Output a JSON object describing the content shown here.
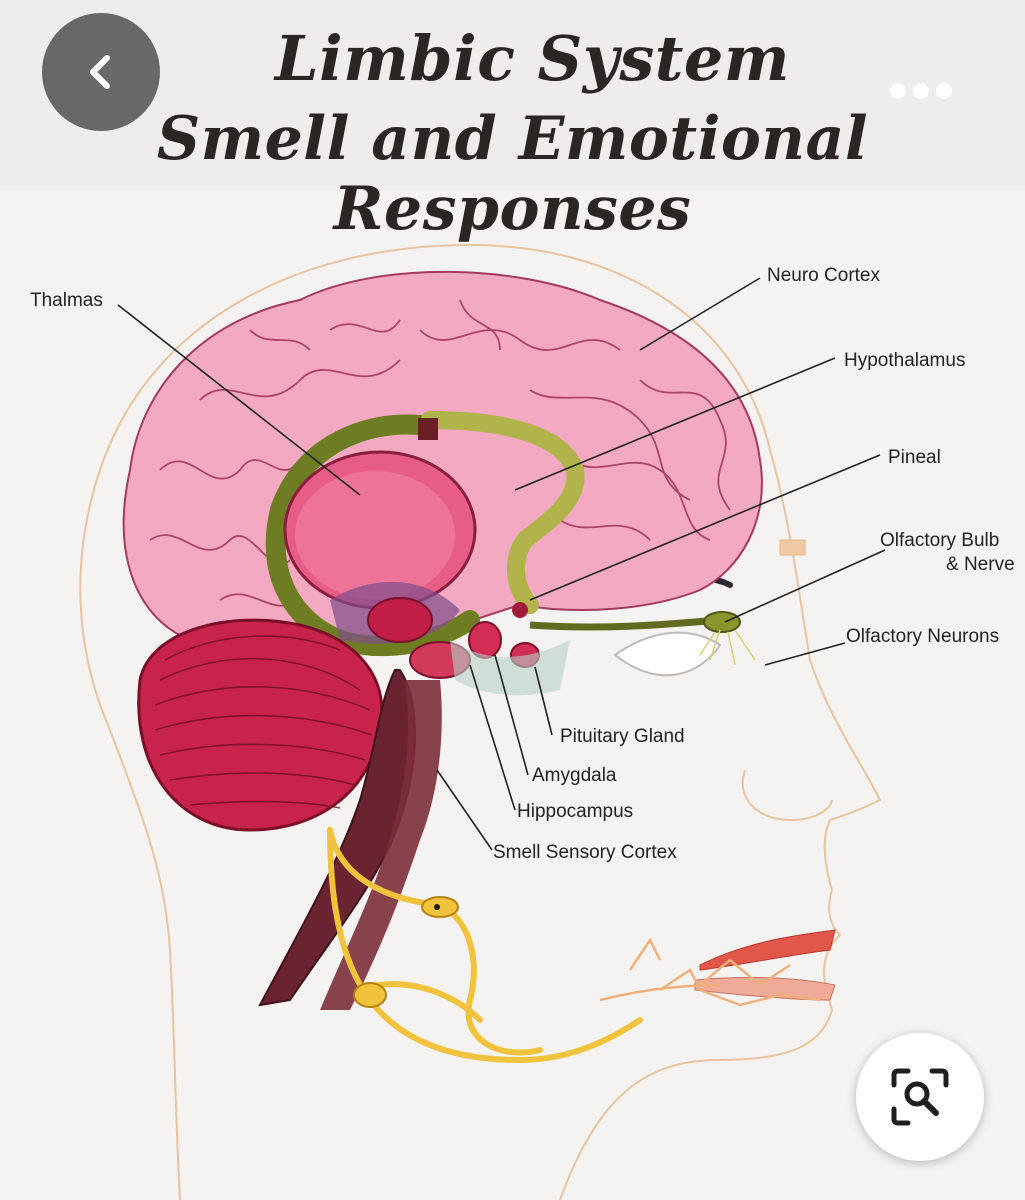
{
  "image": {
    "title_line1": "Limbic System",
    "title_line2": "Smell and Emotional Responses",
    "labels": {
      "thalmas": "Thalmas",
      "neuro_cortex": "Neuro Cortex",
      "hypothalamus": "Hypothalamus",
      "pineal": "Pineal",
      "olfactory_bulb_1": "Olfactory Bulb",
      "olfactory_bulb_2": "& Nerve",
      "olfactory_neurons": "Olfactory Neurons",
      "pituitary_gland": "Pituitary Gland",
      "amygdala": "Amygdala",
      "hippocampus": "Hippocampus",
      "smell_sensory_cortex": "Smell Sensory Cortex"
    }
  },
  "controls": {
    "back_icon": "chevron-left-icon",
    "more_icon": "more-horizontal-icon",
    "lens_icon": "visual-search-icon"
  },
  "colors": {
    "brain": "#f0a5be",
    "brain_outline": "#a33a5e",
    "cerebellum": "#c8234a",
    "limbic_green": "#6f7d22",
    "nerve_yellow": "#f1c23c"
  }
}
